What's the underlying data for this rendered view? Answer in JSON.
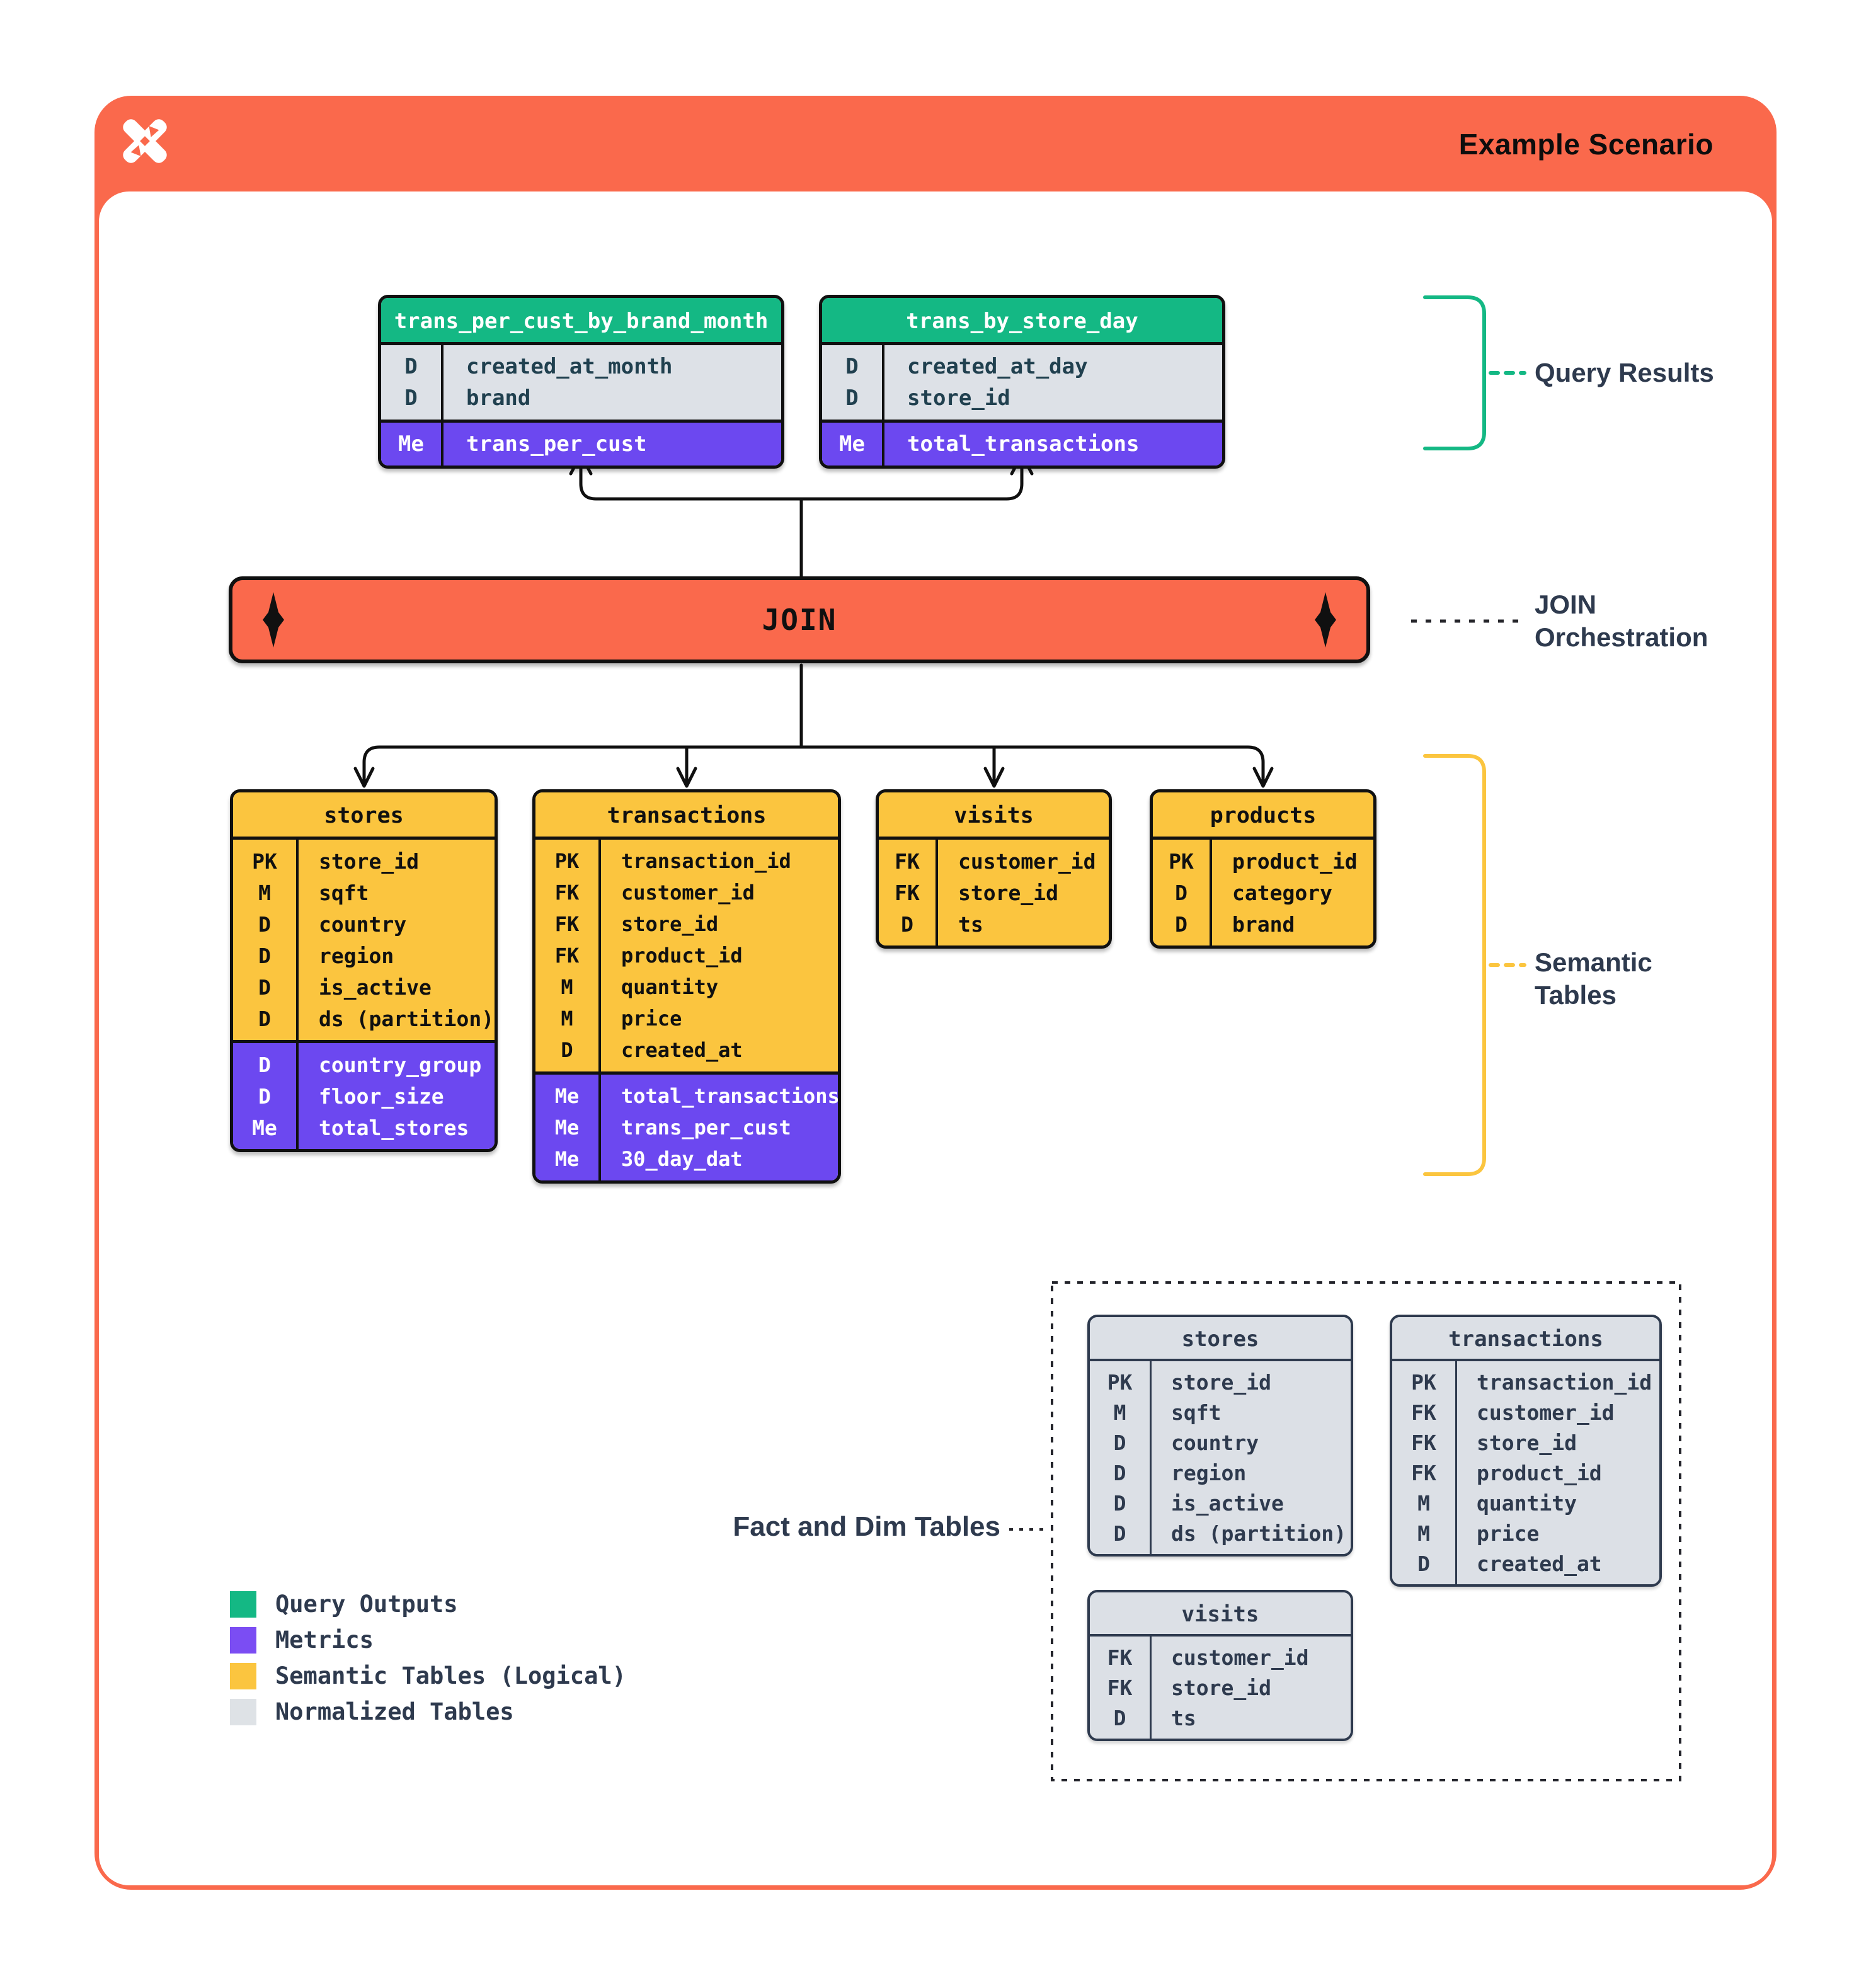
{
  "header": {
    "title": "Example Scenario",
    "logo": "pinwheel-x-logo"
  },
  "join": {
    "label": "JOIN"
  },
  "labels": {
    "query_results": "Query Results",
    "join_orchestration": "JOIN Orchestration",
    "semantic_tables": "Semantic Tables",
    "fact_dim": "Fact and Dim Tables"
  },
  "query_result_tables": [
    {
      "name": "trans_per_cust_by_brand_month",
      "fields": [
        [
          "D",
          "created_at_month"
        ],
        [
          "D",
          "brand"
        ]
      ],
      "metrics": [
        [
          "Me",
          "trans_per_cust"
        ]
      ]
    },
    {
      "name": "trans_by_store_day",
      "fields": [
        [
          "D",
          "created_at_day"
        ],
        [
          "D",
          "store_id"
        ]
      ],
      "metrics": [
        [
          "Me",
          "total_transactions"
        ]
      ]
    }
  ],
  "semantic_tables": [
    {
      "name": "stores",
      "fields": [
        [
          "PK",
          "store_id"
        ],
        [
          "M",
          "sqft"
        ],
        [
          "D",
          "country"
        ],
        [
          "D",
          "region"
        ],
        [
          "D",
          "is_active"
        ],
        [
          "D",
          "ds (partition)"
        ]
      ],
      "metrics": [
        [
          "D",
          "country_group"
        ],
        [
          "D",
          "floor_size"
        ],
        [
          "Me",
          "total_stores"
        ]
      ]
    },
    {
      "name": "transactions",
      "fields": [
        [
          "PK",
          "transaction_id"
        ],
        [
          "FK",
          "customer_id"
        ],
        [
          "FK",
          "store_id"
        ],
        [
          "FK",
          "product_id"
        ],
        [
          "M",
          "quantity"
        ],
        [
          "M",
          "price"
        ],
        [
          "D",
          "created_at"
        ]
      ],
      "metrics": [
        [
          "Me",
          "total_transactions"
        ],
        [
          "Me",
          "trans_per_cust"
        ],
        [
          "Me",
          "30_day_dat"
        ]
      ]
    },
    {
      "name": "visits",
      "fields": [
        [
          "FK",
          "customer_id"
        ],
        [
          "FK",
          "store_id"
        ],
        [
          "D",
          "ts"
        ]
      ],
      "metrics": []
    },
    {
      "name": "products",
      "fields": [
        [
          "PK",
          "product_id"
        ],
        [
          "D",
          "category"
        ],
        [
          "D",
          "brand"
        ]
      ],
      "metrics": []
    }
  ],
  "normalized_tables": [
    {
      "name": "stores",
      "fields": [
        [
          "PK",
          "store_id"
        ],
        [
          "M",
          "sqft"
        ],
        [
          "D",
          "country"
        ],
        [
          "D",
          "region"
        ],
        [
          "D",
          "is_active"
        ],
        [
          "D",
          "ds (partition)"
        ]
      ],
      "metrics": []
    },
    {
      "name": "transactions",
      "fields": [
        [
          "PK",
          "transaction_id"
        ],
        [
          "FK",
          "customer_id"
        ],
        [
          "FK",
          "store_id"
        ],
        [
          "FK",
          "product_id"
        ],
        [
          "M",
          "quantity"
        ],
        [
          "M",
          "price"
        ],
        [
          "D",
          "created_at"
        ]
      ],
      "metrics": []
    },
    {
      "name": "visits",
      "fields": [
        [
          "FK",
          "customer_id"
        ],
        [
          "FK",
          "store_id"
        ],
        [
          "D",
          "ts"
        ]
      ],
      "metrics": []
    }
  ],
  "legend": [
    {
      "swatch": "#14B884",
      "label": "Query Outputs"
    },
    {
      "swatch": "#7B4DF3",
      "label": "Metrics"
    },
    {
      "swatch": "#FBC53F",
      "label": "Semantic Tables (Logical)"
    },
    {
      "swatch": "#DEE2E6",
      "label": "Normalized Tables"
    }
  ],
  "colors": {
    "orange": "#FA694C",
    "green": "#14B884",
    "purple": "#6C48F0",
    "yellow": "#FBC53F",
    "gray": "#DCE0E6",
    "navy": "#2E3A4E"
  }
}
